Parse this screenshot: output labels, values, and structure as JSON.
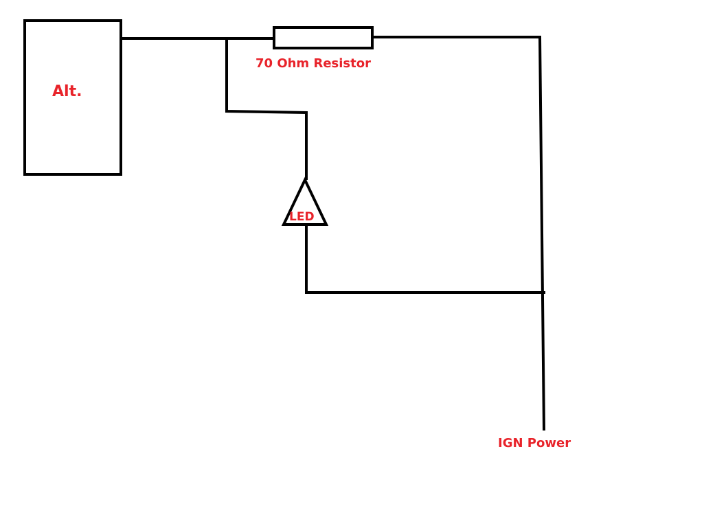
{
  "labels": {
    "alternator": "Alt.",
    "resistor": "70 Ohm Resistor",
    "led": "LED",
    "ign_power": "IGN Power"
  },
  "colors": {
    "label": "#e8232a",
    "wire": "#000000",
    "background": "#ffffff"
  }
}
